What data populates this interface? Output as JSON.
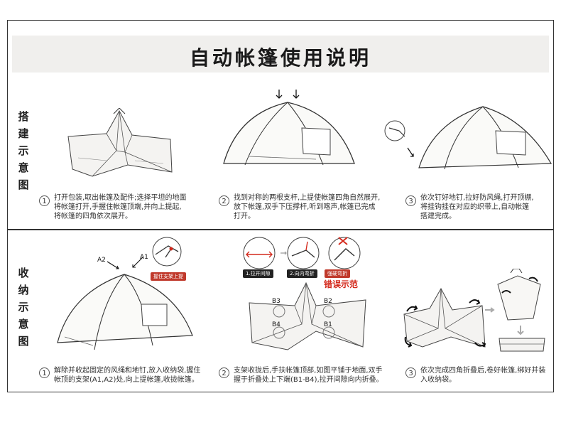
{
  "title": "自动帐篷使用说明",
  "setup": {
    "label": [
      "搭",
      "建",
      "示",
      "意",
      "图"
    ],
    "steps": [
      {
        "num": "1",
        "lines": [
          "打开包装,取出帐篷及配件;选择平坦的地面",
          "将帐篷打开,手握住帐篷顶端,并向上提起,",
          "将帐篷的四角依次展开。"
        ]
      },
      {
        "num": "2",
        "lines": [
          "找到对称的两根支杆,上提使帐篷四角自然展开,",
          "放下帐篷,双手下压撑杆,听到喀声,帐篷已完成",
          "打开。"
        ]
      },
      {
        "num": "3",
        "lines": [
          "依次钉好地钉,拉好防风绳,打开顶棚,",
          "将挂钩挂在对应的织带上,自动帐篷",
          "搭建完成。"
        ]
      }
    ]
  },
  "fold": {
    "label": [
      "收",
      "纳",
      "示",
      "意",
      "图"
    ],
    "steps": [
      {
        "num": "1",
        "lines": [
          "解除并收起固定的风绳和地钉,放入收纳袋,握住",
          "帐顶的支架(A1,A2)处,向上提帐篷,收拢帐篷。"
        ]
      },
      {
        "num": "2",
        "lines": [
          "支架收拢后,手扶帐篷顶部,如图平铺于地面,双手",
          "握于折叠处上下端(B1-B4),拉开间隙向内折叠。"
        ]
      },
      {
        "num": "3",
        "lines": [
          "依次完成四角折叠后,卷好帐篷,绑好并装",
          "入收纳袋。"
        ]
      }
    ],
    "callouts": {
      "hold_bracket": "握住支架上提",
      "pull_gap": "1.拉开间隙",
      "fold_in": "2.向内弯折",
      "force_bend": "强硬弯折",
      "wrong_demo": "错误示范",
      "a1": "A1",
      "a2": "A2",
      "b1": "B1",
      "b2": "B2",
      "b3": "B3",
      "b4": "B4"
    }
  }
}
